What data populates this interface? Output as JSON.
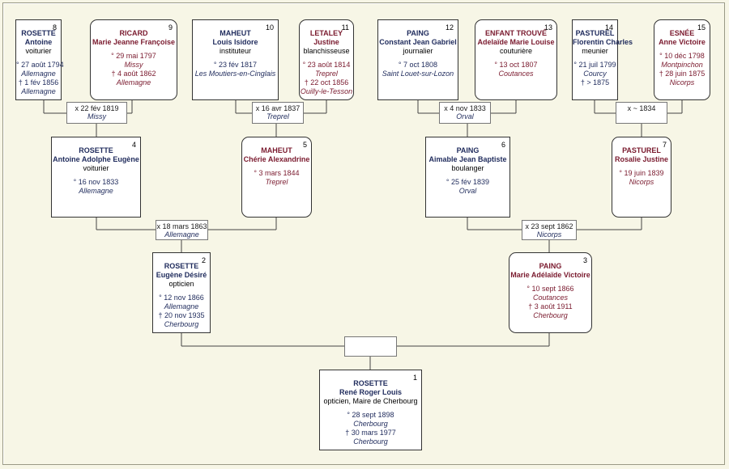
{
  "people": [
    {
      "id": "p8",
      "sex": "male",
      "number": "8",
      "surname": "ROSETTE",
      "given": "Antoine",
      "occupation": "voiturier",
      "lines": [
        "° 27 août 1794",
        "Allemagne",
        "† 1 fév 1856",
        "Allemagne"
      ]
    },
    {
      "id": "p9",
      "sex": "female",
      "number": "9",
      "surname": "RICARD",
      "given": "Marie Jeanne Françoise",
      "occupation": "",
      "lines": [
        "° 29 mai 1797",
        "Missy",
        "† 4 août 1862",
        "Allemagne"
      ]
    },
    {
      "id": "p10",
      "sex": "male",
      "number": "10",
      "surname": "MAHEUT",
      "given": "Louis Isidore",
      "occupation": "instituteur",
      "lines": [
        "° 23 fév 1817",
        "Les Moutiers-en-Cinglais"
      ]
    },
    {
      "id": "p11",
      "sex": "female",
      "number": "11",
      "surname": "LETALEY",
      "given": "Justine",
      "occupation": "blanchisseuse",
      "lines": [
        "° 23 août 1814",
        "Treprel",
        "† 22 oct 1856",
        "Ouilly-le-Tesson"
      ]
    },
    {
      "id": "p12",
      "sex": "male",
      "number": "12",
      "surname": "PAING",
      "given": "Constant Jean Gabriel",
      "occupation": "journalier",
      "lines": [
        "° 7 oct 1808",
        "Saint Louet-sur-Lozon"
      ]
    },
    {
      "id": "p13",
      "sex": "female",
      "number": "13",
      "surname": "ENFANT TROUVÉ",
      "given": "Adelaïde Marie Louise",
      "occupation": "couturière",
      "lines": [
        "° 13 oct 1807",
        "Coutances"
      ]
    },
    {
      "id": "p14",
      "sex": "male",
      "number": "14",
      "surname": "PASTUREL",
      "given": "Florentin Charles",
      "occupation": "meunier",
      "lines": [
        "° 21 juil 1799",
        "Courcy",
        "† > 1875"
      ]
    },
    {
      "id": "p15",
      "sex": "female",
      "number": "15",
      "surname": "ESNÉE",
      "given": "Anne Victoire",
      "occupation": "",
      "lines": [
        "° 10 déc 1798",
        "Montpinchon",
        "† 28 juin 1875",
        "Nicorps"
      ]
    },
    {
      "id": "p4",
      "sex": "male",
      "number": "4",
      "surname": "ROSETTE",
      "given": "Antoine Adolphe Eugène",
      "occupation": "voiturier",
      "lines": [
        "° 16 nov 1833",
        "Allemagne"
      ]
    },
    {
      "id": "p5",
      "sex": "female",
      "number": "5",
      "surname": "MAHEUT",
      "given": "Chérie Alexandrine",
      "occupation": "",
      "lines": [
        "° 3 mars 1844",
        "Treprel"
      ]
    },
    {
      "id": "p6",
      "sex": "male",
      "number": "6",
      "surname": "PAING",
      "given": "Aimable Jean Baptiste",
      "occupation": "boulanger",
      "lines": [
        "° 25 fév 1839",
        "Orval"
      ]
    },
    {
      "id": "p7",
      "sex": "female",
      "number": "7",
      "surname": "PASTUREL",
      "given": "Rosalie Justine",
      "occupation": "",
      "lines": [
        "° 19 juin 1839",
        "Nicorps"
      ]
    },
    {
      "id": "p2",
      "sex": "male",
      "number": "2",
      "surname": "ROSETTE",
      "given": "Eugène Désiré",
      "occupation": "opticien",
      "lines": [
        "° 12 nov 1866",
        "Allemagne",
        "† 20 nov 1935",
        "Cherbourg"
      ]
    },
    {
      "id": "p3",
      "sex": "female",
      "number": "3",
      "surname": "PAING",
      "given": "Marie Adélaïde Victoire",
      "occupation": "",
      "lines": [
        "° 10 sept 1866",
        "Coutances",
        "† 3 août 1911",
        "Cherbourg"
      ]
    },
    {
      "id": "p1",
      "sex": "male",
      "number": "1",
      "surname": "ROSETTE",
      "given": "René Roger Louis",
      "occupation": "opticien, Maire de Cherbourg",
      "lines": [
        "° 28 sept 1898",
        "Cherbourg",
        "† 30 mars 1977",
        "Cherbourg"
      ]
    }
  ],
  "marriages": [
    {
      "id": "m89",
      "date": "x 22 fév 1819",
      "place": "Missy"
    },
    {
      "id": "m1011",
      "date": "x 16 avr 1837",
      "place": "Treprel"
    },
    {
      "id": "m1213",
      "date": "x 4 nov 1833",
      "place": "Orval"
    },
    {
      "id": "m1415",
      "date": "x ~ 1834",
      "place": ""
    },
    {
      "id": "m45",
      "date": "x 18 mars 1863",
      "place": "Allemagne"
    },
    {
      "id": "m67",
      "date": "x 23 sept 1862",
      "place": "Nicorps"
    },
    {
      "id": "m23",
      "date": "",
      "place": ""
    }
  ]
}
